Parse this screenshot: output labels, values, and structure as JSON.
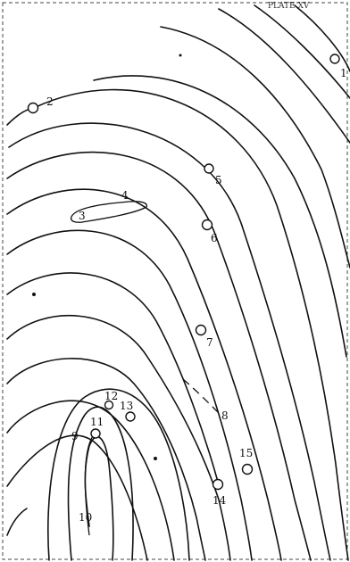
{
  "header_text": "PLATE XV",
  "markers": [
    {
      "label": "1"
    },
    {
      "label": "2"
    },
    {
      "label": "3"
    },
    {
      "label": "4"
    },
    {
      "label": "5"
    },
    {
      "label": "6"
    },
    {
      "label": "7"
    },
    {
      "label": "8"
    },
    {
      "label": "9"
    },
    {
      "label": "10"
    },
    {
      "label": "11"
    },
    {
      "label": "12"
    },
    {
      "label": "13"
    },
    {
      "label": "14"
    },
    {
      "label": "15"
    }
  ]
}
